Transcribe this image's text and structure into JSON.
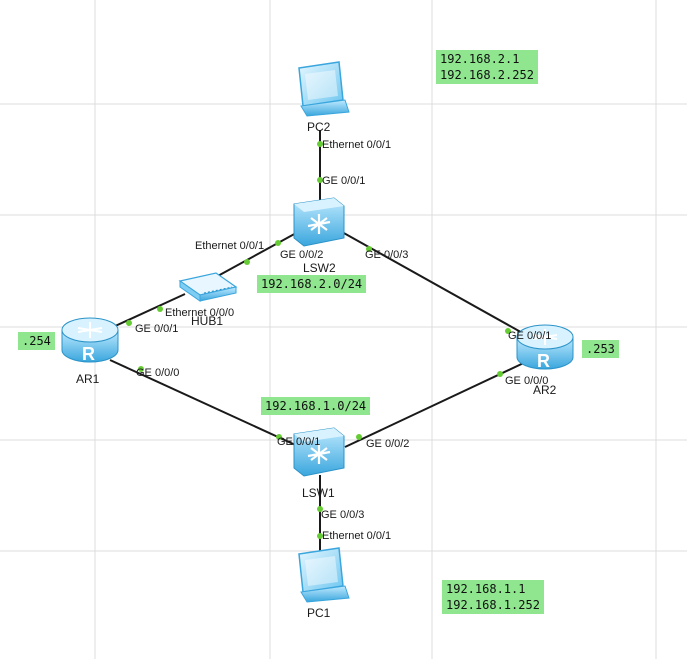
{
  "topology": {
    "devices": [
      {
        "id": "pc2",
        "name": "PC2",
        "kind": "pc"
      },
      {
        "id": "lsw2",
        "name": "LSW2",
        "kind": "switch"
      },
      {
        "id": "hub1",
        "name": "HUB1",
        "kind": "hub"
      },
      {
        "id": "ar1",
        "name": "AR1",
        "kind": "router"
      },
      {
        "id": "ar2",
        "name": "AR2",
        "kind": "router"
      },
      {
        "id": "lsw1",
        "name": "LSW1",
        "kind": "switch"
      },
      {
        "id": "pc1",
        "name": "PC1",
        "kind": "pc"
      }
    ],
    "links": [
      {
        "id": "pc2-lsw2",
        "a": "pc2",
        "b": "lsw2",
        "a_port": "Ethernet 0/0/1",
        "b_port": "GE 0/0/1"
      },
      {
        "id": "lsw2-hub1",
        "a": "lsw2",
        "b": "hub1",
        "a_port": "GE 0/0/2",
        "b_port": "Ethernet 0/0/1"
      },
      {
        "id": "hub1-ar1",
        "a": "hub1",
        "b": "ar1",
        "a_port": "Ethernet 0/0/0",
        "b_port": "GE 0/0/1"
      },
      {
        "id": "lsw2-ar2",
        "a": "lsw2",
        "b": "ar2",
        "a_port": "GE 0/0/3",
        "b_port": "GE 0/0/1"
      },
      {
        "id": "ar1-lsw1",
        "a": "ar1",
        "b": "lsw1",
        "a_port": "GE 0/0/0",
        "b_port": "GE 0/0/1"
      },
      {
        "id": "lsw1-ar2",
        "a": "lsw1",
        "b": "ar2",
        "a_port": "GE 0/0/2",
        "b_port": "GE 0/0/0"
      },
      {
        "id": "lsw1-pc1",
        "a": "lsw1",
        "b": "pc1",
        "a_port": "GE 0/0/3",
        "b_port": "Ethernet 0/0/1"
      }
    ]
  },
  "notes": {
    "pc2_addr": "192.168.2.1\n192.168.2.252",
    "net2": "192.168.2.0/24",
    "ar1_host": ".254",
    "ar2_host": ".253",
    "net1": "192.168.1.0/24",
    "pc1_addr": "192.168.1.1\n192.168.1.252"
  },
  "colors": {
    "note_bg": "#8fe68f",
    "link": "#1a1a1a",
    "port_dot": "#66cc33",
    "device": "#4fb8e8",
    "grid": "#dcdcdc"
  },
  "icons": {
    "pc": "pc-icon",
    "switch": "switch-icon",
    "hub": "hub-icon",
    "router": "router-icon"
  }
}
